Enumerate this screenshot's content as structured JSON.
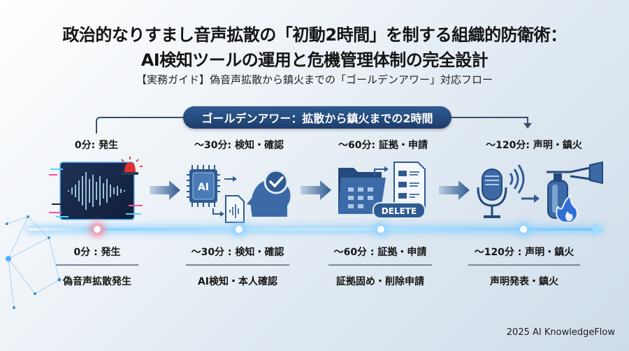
{
  "header": {
    "title_line1": "政治的なりすまし音声拡散の「初動2時間」を制する組織的防衛術：",
    "title_line2": "AI検知ツールの運用と危機管理体制の完全設計",
    "subtitle": "【実務ガイド】偽音声拡散から鎮火までの「ゴールデンアワー」対応フロー"
  },
  "golden_hour_banner": "ゴールデンアワー：拡散から鎮火までの2時間",
  "steps": [
    {
      "top_label": "0分: 発生",
      "bottom_time": "0分 : 発生",
      "bottom_desc": "偽音声拡散発生",
      "icon": "glitch-waveform-alarm-icon"
    },
    {
      "top_label": "〜30分: 検知・確認",
      "bottom_time": "〜30分 : 検知・確認",
      "bottom_desc": "AI検知・本人確認",
      "icon": "ai-chip-person-check-icon"
    },
    {
      "top_label": "〜60分: 証拠・申請",
      "bottom_time": "〜60分 : 証拠・申請",
      "bottom_desc": "証拠固め・削除申請",
      "icon": "folder-document-delete-icon"
    },
    {
      "top_label": "〜120分: 声明・鎮火",
      "bottom_time": "〜120分 : 声明・鎮火",
      "bottom_desc": "声明発表・鎮火",
      "icon": "microphone-extinguisher-icon"
    }
  ],
  "icons": {
    "ai_chip_text": "AI",
    "delete_badge": "DELETE"
  },
  "footer": "2025 AI KnowledgeFlow",
  "colors": {
    "primary_navy": "#1d3d6b",
    "icon_blue": "#2f5b92",
    "alarm_red": "#e0302f",
    "glow_cyan": "#8fd4ff"
  }
}
